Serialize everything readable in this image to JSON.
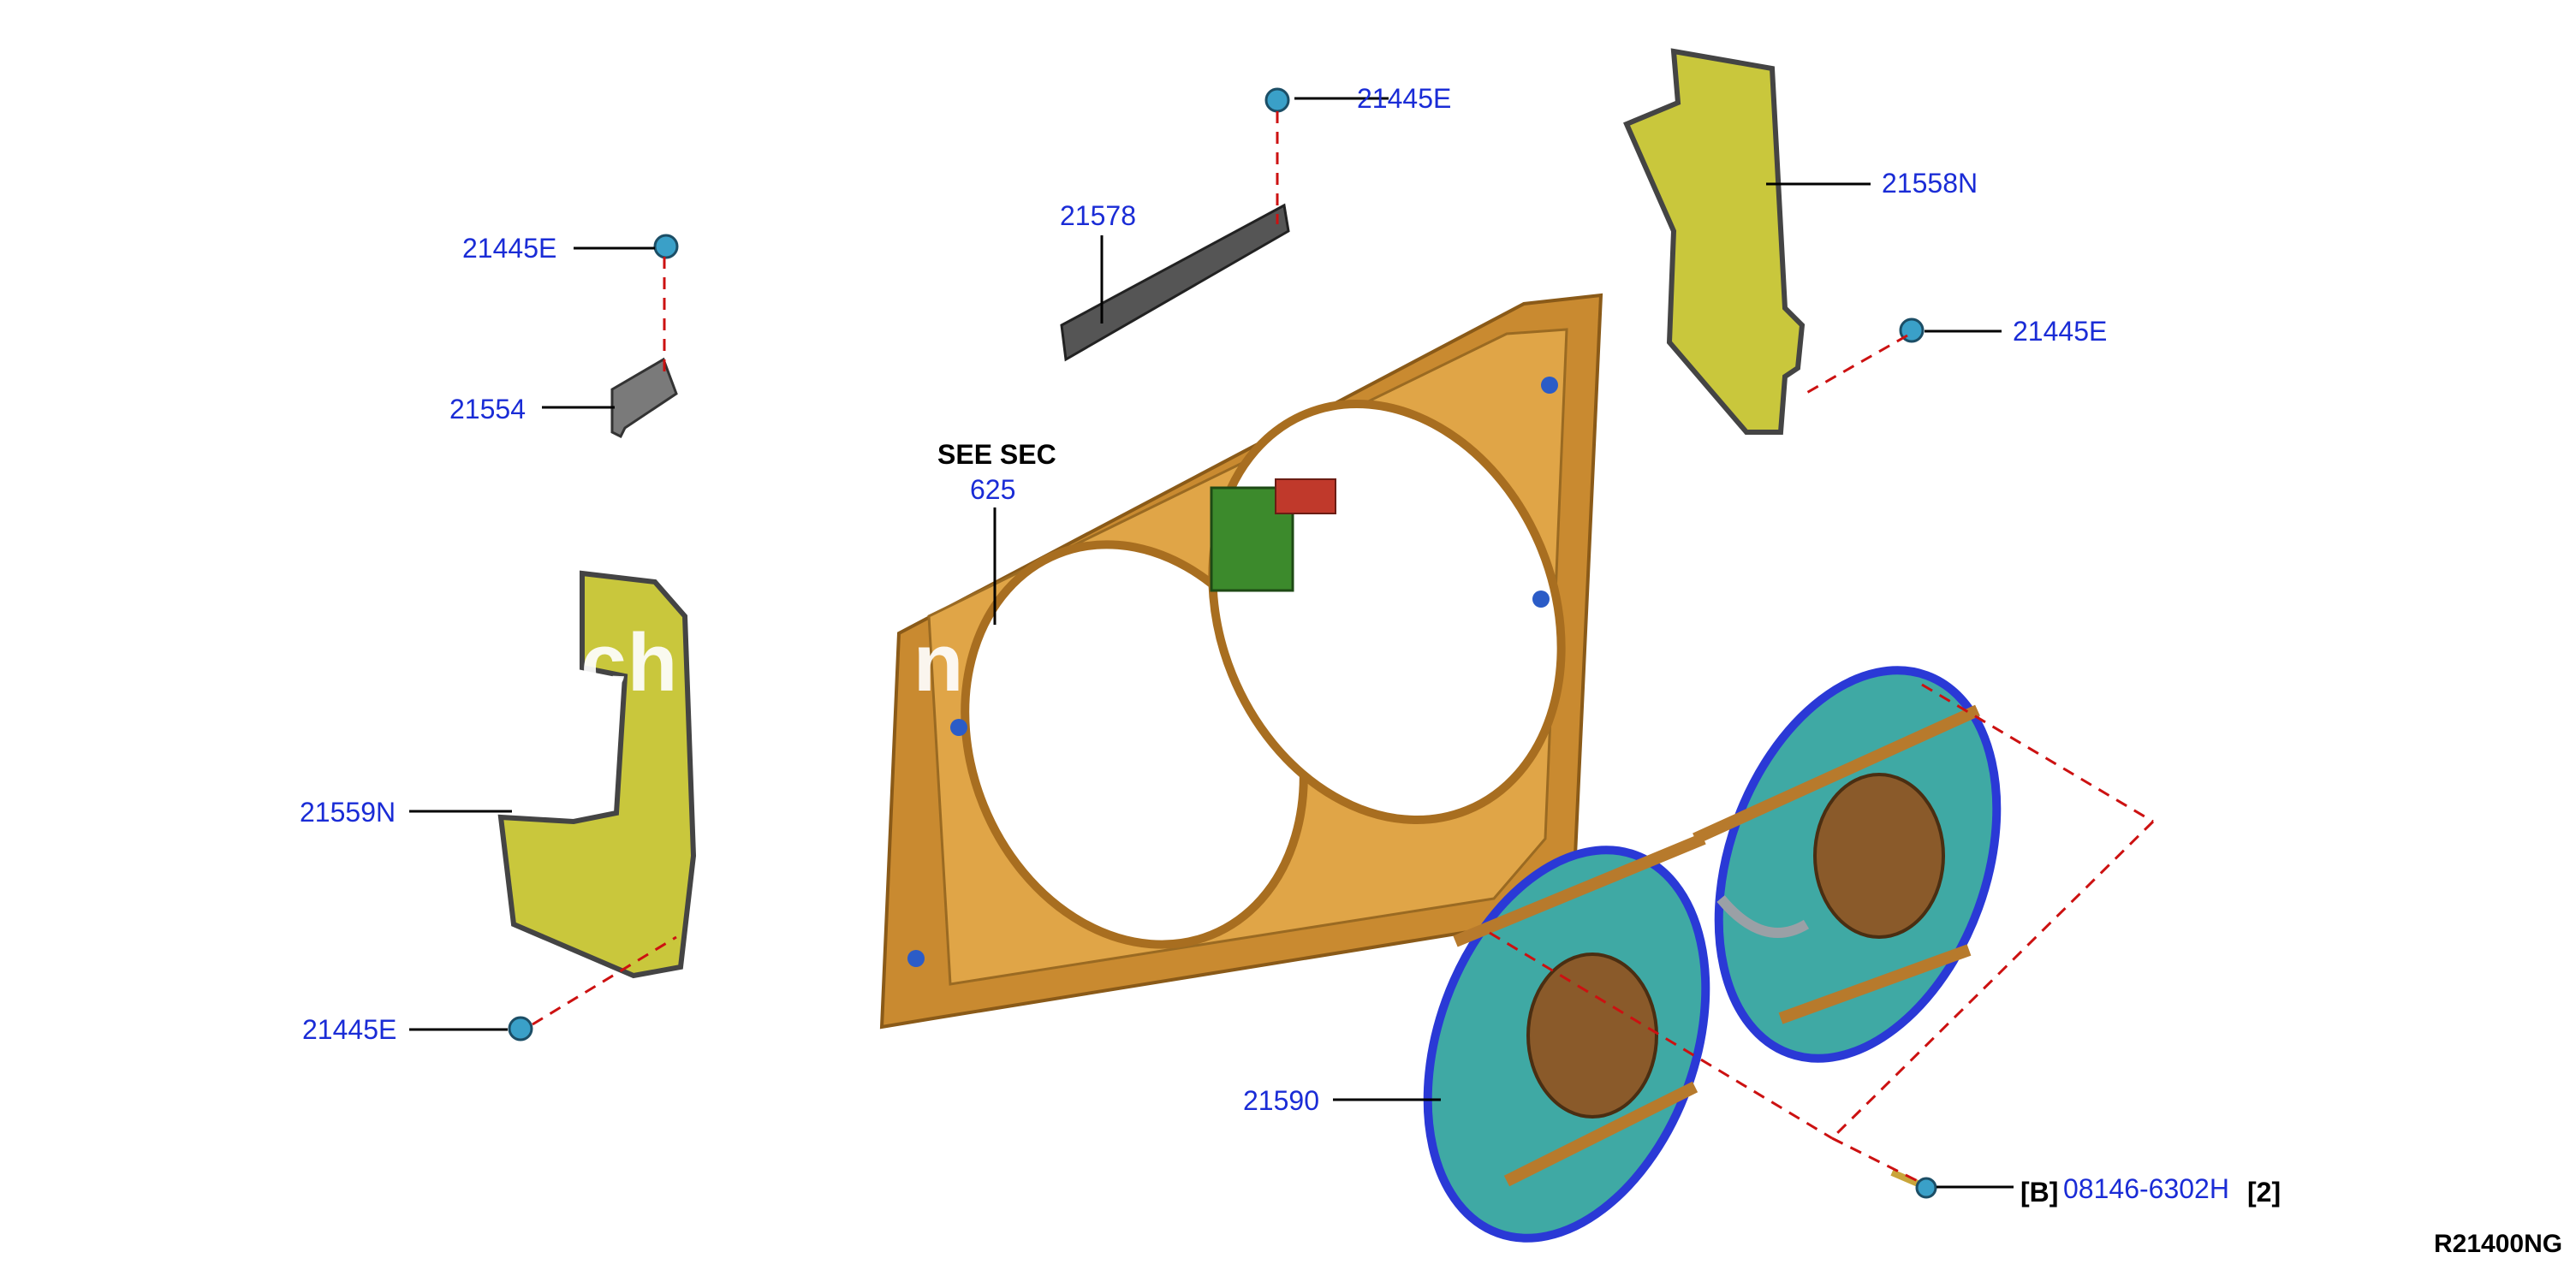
{
  "diagram_code": "R21400NG",
  "see_section": {
    "prefix": "SEE SEC",
    "number": "625"
  },
  "watermark": "rch  Auto  n  Data",
  "callouts": [
    {
      "id": "c1",
      "part": "21445E"
    },
    {
      "id": "c2",
      "part": "21578"
    },
    {
      "id": "c3",
      "part": "21445E"
    },
    {
      "id": "c4",
      "part": "21554"
    },
    {
      "id": "c5",
      "part": "21558N"
    },
    {
      "id": "c6",
      "part": "21445E"
    },
    {
      "id": "c7",
      "part": "21559N"
    },
    {
      "id": "c8",
      "part": "21445E"
    },
    {
      "id": "c9",
      "part": "21590"
    }
  ],
  "fastener": {
    "prefix": "[B]",
    "part": "08146-6302H",
    "qty": "[2]"
  },
  "colors": {
    "callout_text": "#1a2cd6",
    "leader_line": "#000000",
    "dashed_line": "#cc1111",
    "shroud": "#d99a3c",
    "deflector": "#c9c73c",
    "fan_blade": "#3fa9a4",
    "fan_motor": "#8a5a2a",
    "clip": "#3aa0c8",
    "seal": "#555555",
    "module": "#3c8a2c"
  }
}
